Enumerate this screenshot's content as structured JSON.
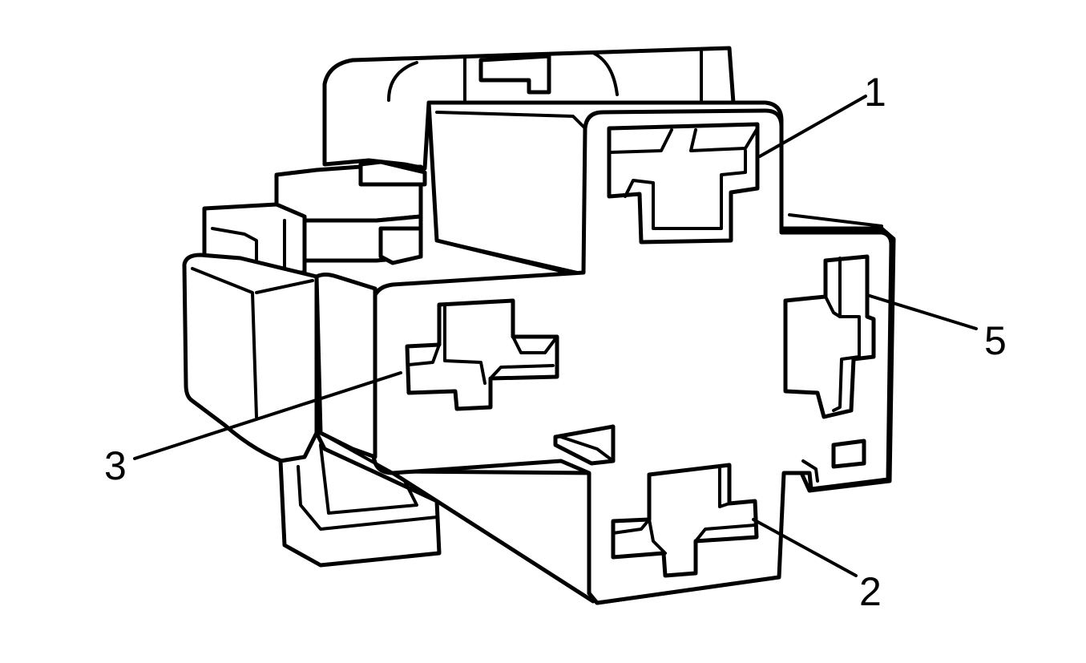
{
  "diagram": {
    "callouts": [
      {
        "id": "callout-1",
        "label": "1"
      },
      {
        "id": "callout-2",
        "label": "2"
      },
      {
        "id": "callout-3",
        "label": "3"
      },
      {
        "id": "callout-5",
        "label": "5"
      }
    ]
  },
  "colors": {
    "line": "#000000",
    "background": "#ffffff"
  }
}
